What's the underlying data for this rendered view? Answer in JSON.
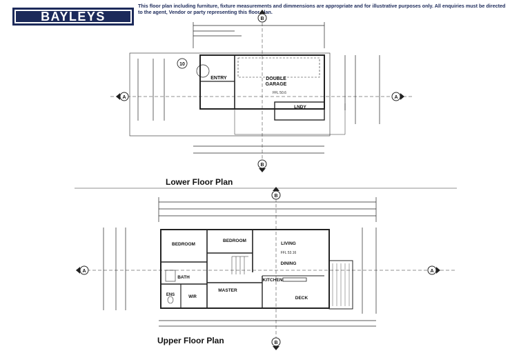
{
  "brand": {
    "logo_text": "BAYLEYS"
  },
  "disclaimer": "This floor plan including furniture, fixture measurements and dimmensions are appropriate and for illustrative purposes only. All enquiries must be directed to the agent, Vendor or party representing this floor plan.",
  "lower_floor": {
    "title": "Lower Floor Plan",
    "rooms": {
      "entry": "ENTRY",
      "garage_line1": "DOUBLE",
      "garage_line2": "GARAGE",
      "laundry": "LNDY",
      "ffl": "FFL 50.6"
    },
    "level_marker": "10"
  },
  "upper_floor": {
    "title": "Upper Floor Plan",
    "rooms": {
      "bedroom1": "BEDROOM",
      "bedroom2": "BEDROOM",
      "living": "LIVING",
      "dining": "DINING",
      "kitchen": "KITCHEN",
      "bath": "BATH",
      "ens": "ENS",
      "wir": "WIR",
      "master": "MASTER",
      "deck": "DECK",
      "ffl": "FFL 53.16"
    }
  },
  "section_markers": {
    "a": "A",
    "b": "B"
  },
  "colors": {
    "brand": "#1c2a5a",
    "lines": "#222222"
  }
}
